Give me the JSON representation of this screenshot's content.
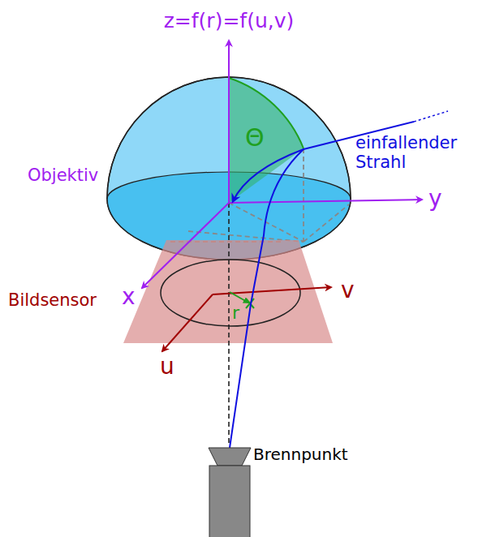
{
  "diagram": {
    "labels": [
      "z=f(r)=f(u,v)",
      "Θ",
      "einfallender Strahl",
      "Objektiv",
      "y",
      "Bildsensor",
      "x",
      "v",
      "r",
      "u",
      "Brennpunkt"
    ]
  }
}
